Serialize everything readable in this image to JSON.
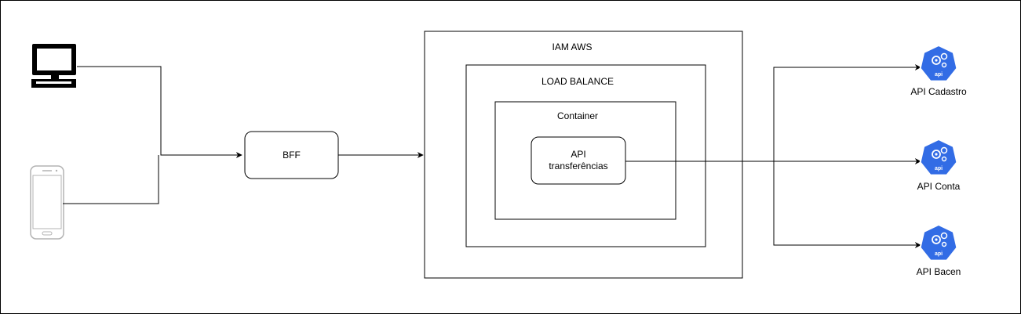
{
  "diagram": {
    "nodes": {
      "bff": {
        "label": "BFF"
      },
      "iam": {
        "label": "IAM AWS"
      },
      "load_balance": {
        "label": "LOAD BALANCE"
      },
      "container": {
        "label": "Container"
      },
      "api_transfer": {
        "line1": "API",
        "line2": "transferências"
      },
      "api_cadastro": {
        "label": "API Cadastro",
        "badge": "api"
      },
      "api_conta": {
        "label": "API Conta",
        "badge": "api"
      },
      "api_bacen": {
        "label": "API Bacen",
        "badge": "api"
      }
    },
    "icons": {
      "desktop": "desktop-computer-icon",
      "mobile": "mobile-phone-icon",
      "api": "kubernetes-api-icon"
    },
    "colors": {
      "stroke": "#000000",
      "api_blue": "#326ce5",
      "phone_gray": "#b3b3b3"
    }
  }
}
